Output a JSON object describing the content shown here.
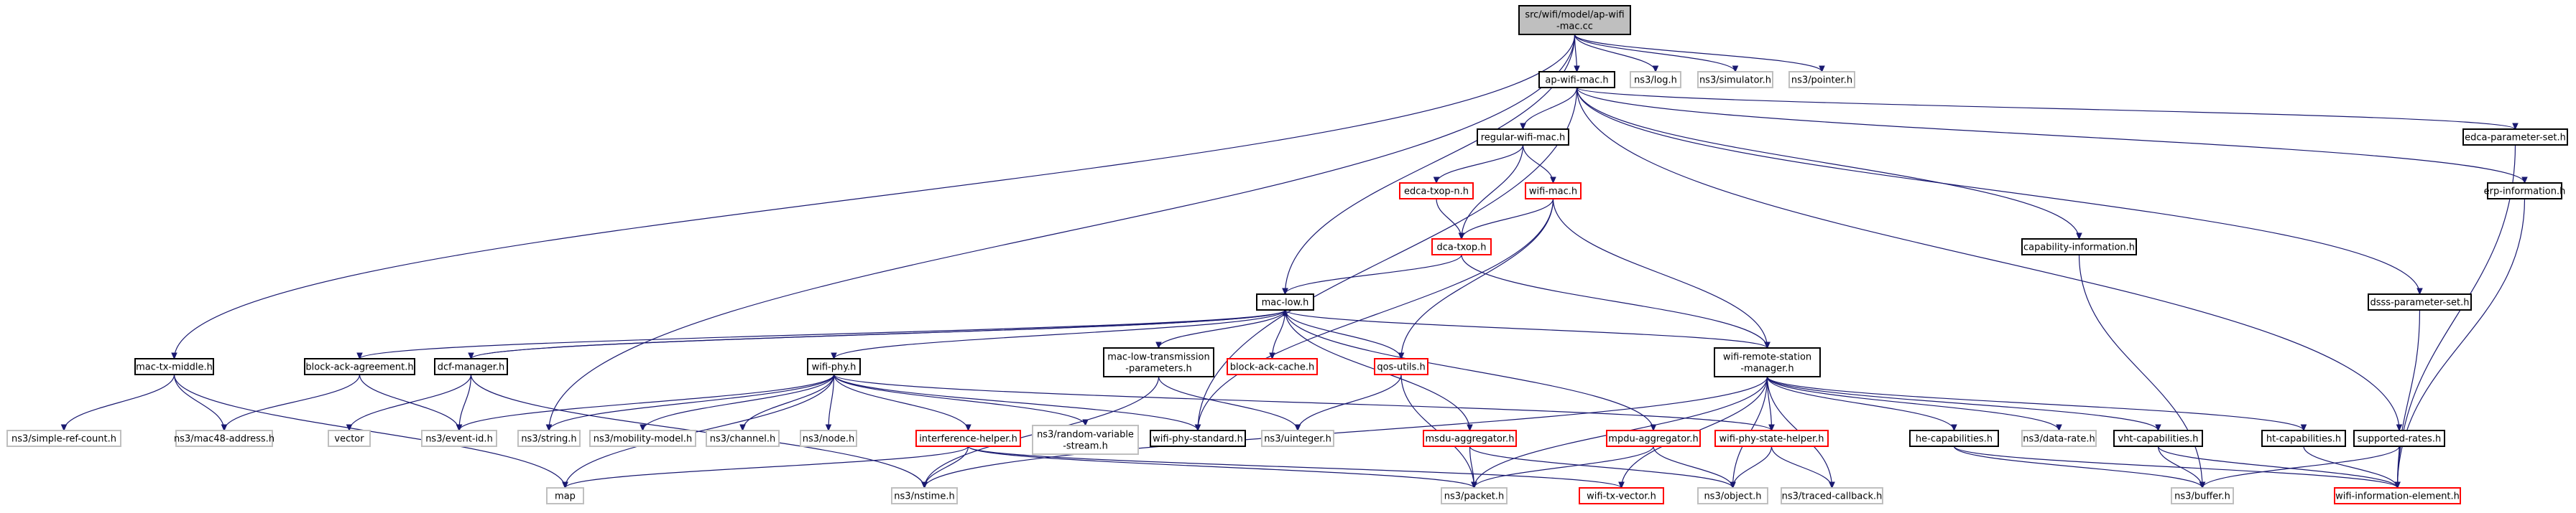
{
  "diagram": {
    "nodes": [
      {
        "id": "root",
        "lines": [
          "src/wifi/model/ap-wifi",
          "-mac.cc"
        ],
        "style": "root"
      },
      {
        "id": "apwifimac",
        "lines": [
          "ap-wifi-mac.h"
        ],
        "style": "documented"
      },
      {
        "id": "ns3log",
        "lines": [
          "ns3/log.h"
        ],
        "style": "external"
      },
      {
        "id": "ns3simulator",
        "lines": [
          "ns3/simulator.h"
        ],
        "style": "external"
      },
      {
        "id": "ns3pointer",
        "lines": [
          "ns3/pointer.h"
        ],
        "style": "external"
      },
      {
        "id": "regularwifimac",
        "lines": [
          "regular-wifi-mac.h"
        ],
        "style": "documented"
      },
      {
        "id": "edcaparamset",
        "lines": [
          "edca-parameter-set.h"
        ],
        "style": "documented"
      },
      {
        "id": "edcatxopn",
        "lines": [
          "edca-txop-n.h"
        ],
        "style": "undocumented"
      },
      {
        "id": "wifimac",
        "lines": [
          "wifi-mac.h"
        ],
        "style": "undocumented"
      },
      {
        "id": "erpinfo",
        "lines": [
          "erp-information.h"
        ],
        "style": "documented"
      },
      {
        "id": "dcatxop",
        "lines": [
          "dca-txop.h"
        ],
        "style": "undocumented"
      },
      {
        "id": "capinfo",
        "lines": [
          "capability-information.h"
        ],
        "style": "documented"
      },
      {
        "id": "dsssparamset",
        "lines": [
          "dsss-parameter-set.h"
        ],
        "style": "documented"
      },
      {
        "id": "maclow",
        "lines": [
          "mac-low.h"
        ],
        "style": "documented"
      },
      {
        "id": "mactxmiddle",
        "lines": [
          "mac-tx-middle.h"
        ],
        "style": "documented"
      },
      {
        "id": "blockackagreement",
        "lines": [
          "block-ack-agreement.h"
        ],
        "style": "documented"
      },
      {
        "id": "dcfmanager",
        "lines": [
          "dcf-manager.h"
        ],
        "style": "documented"
      },
      {
        "id": "wifiphy",
        "lines": [
          "wifi-phy.h"
        ],
        "style": "documented"
      },
      {
        "id": "maclowtxparams",
        "lines": [
          "mac-low-transmission",
          "-parameters.h"
        ],
        "style": "documented"
      },
      {
        "id": "blockackcache",
        "lines": [
          "block-ack-cache.h"
        ],
        "style": "undocumented"
      },
      {
        "id": "qosutils",
        "lines": [
          "qos-utils.h"
        ],
        "style": "undocumented"
      },
      {
        "id": "wifiremote",
        "lines": [
          "wifi-remote-station",
          "-manager.h"
        ],
        "style": "documented"
      },
      {
        "id": "ns3simplerefcount",
        "lines": [
          "ns3/simple-ref-count.h"
        ],
        "style": "external"
      },
      {
        "id": "ns3mac48",
        "lines": [
          "ns3/mac48-address.h"
        ],
        "style": "external"
      },
      {
        "id": "vector",
        "lines": [
          "vector"
        ],
        "style": "external"
      },
      {
        "id": "ns3eventid",
        "lines": [
          "ns3/event-id.h"
        ],
        "style": "external"
      },
      {
        "id": "ns3string",
        "lines": [
          "ns3/string.h"
        ],
        "style": "external"
      },
      {
        "id": "ns3mobility",
        "lines": [
          "ns3/mobility-model.h"
        ],
        "style": "external"
      },
      {
        "id": "ns3channel",
        "lines": [
          "ns3/channel.h"
        ],
        "style": "external"
      },
      {
        "id": "ns3node",
        "lines": [
          "ns3/node.h"
        ],
        "style": "external"
      },
      {
        "id": "interferencehelper",
        "lines": [
          "interference-helper.h"
        ],
        "style": "undocumented"
      },
      {
        "id": "ns3randomvar",
        "lines": [
          "ns3/random-variable",
          "-stream.h"
        ],
        "style": "external"
      },
      {
        "id": "wifiphystandard",
        "lines": [
          "wifi-phy-standard.h"
        ],
        "style": "documented"
      },
      {
        "id": "ns3uinteger",
        "lines": [
          "ns3/uinteger.h"
        ],
        "style": "external"
      },
      {
        "id": "msduaggregator",
        "lines": [
          "msdu-aggregator.h"
        ],
        "style": "undocumented"
      },
      {
        "id": "mpduaggregator",
        "lines": [
          "mpdu-aggregator.h"
        ],
        "style": "undocumented"
      },
      {
        "id": "wifiphystatehelper",
        "lines": [
          "wifi-phy-state-helper.h"
        ],
        "style": "undocumented"
      },
      {
        "id": "hecap",
        "lines": [
          "he-capabilities.h"
        ],
        "style": "documented"
      },
      {
        "id": "ns3datarate",
        "lines": [
          "ns3/data-rate.h"
        ],
        "style": "external"
      },
      {
        "id": "vhtcap",
        "lines": [
          "vht-capabilities.h"
        ],
        "style": "documented"
      },
      {
        "id": "htcap",
        "lines": [
          "ht-capabilities.h"
        ],
        "style": "documented"
      },
      {
        "id": "supportedrates",
        "lines": [
          "supported-rates.h"
        ],
        "style": "documented"
      },
      {
        "id": "map",
        "lines": [
          "map"
        ],
        "style": "external"
      },
      {
        "id": "ns3nstime",
        "lines": [
          "ns3/nstime.h"
        ],
        "style": "external"
      },
      {
        "id": "ns3packet",
        "lines": [
          "ns3/packet.h"
        ],
        "style": "external"
      },
      {
        "id": "wifitxvector",
        "lines": [
          "wifi-tx-vector.h"
        ],
        "style": "undocumented"
      },
      {
        "id": "ns3object",
        "lines": [
          "ns3/object.h"
        ],
        "style": "external"
      },
      {
        "id": "ns3traced",
        "lines": [
          "ns3/traced-callback.h"
        ],
        "style": "external"
      },
      {
        "id": "ns3buffer",
        "lines": [
          "ns3/buffer.h"
        ],
        "style": "external"
      },
      {
        "id": "wifiinfoelem",
        "lines": [
          "wifi-information-element.h"
        ],
        "style": "undocumented"
      }
    ],
    "edges": [
      [
        "root",
        "apwifimac"
      ],
      [
        "root",
        "ns3log"
      ],
      [
        "root",
        "ns3simulator"
      ],
      [
        "root",
        "ns3pointer"
      ],
      [
        "root",
        "maclow"
      ],
      [
        "root",
        "mactxmiddle"
      ],
      [
        "root",
        "ns3string"
      ],
      [
        "apwifimac",
        "regularwifimac"
      ],
      [
        "apwifimac",
        "edcaparamset"
      ],
      [
        "apwifimac",
        "erpinfo"
      ],
      [
        "apwifimac",
        "capinfo"
      ],
      [
        "apwifimac",
        "dsssparamset"
      ],
      [
        "apwifimac",
        "supportedrates"
      ],
      [
        "apwifimac",
        "wifiphystandard"
      ],
      [
        "regularwifimac",
        "edcatxopn"
      ],
      [
        "regularwifimac",
        "wifimac"
      ],
      [
        "regularwifimac",
        "dcatxop"
      ],
      [
        "edcatxopn",
        "dcatxop"
      ],
      [
        "wifimac",
        "dcatxop"
      ],
      [
        "wifimac",
        "qosutils"
      ],
      [
        "wifimac",
        "wifiremote"
      ],
      [
        "wifimac",
        "wifiphystandard"
      ],
      [
        "dcatxop",
        "maclow"
      ],
      [
        "dcatxop",
        "wifiremote"
      ],
      [
        "maclow",
        "blockackagreement"
      ],
      [
        "maclow",
        "dcfmanager"
      ],
      [
        "maclow",
        "wifiphy"
      ],
      [
        "maclow",
        "maclowtxparams"
      ],
      [
        "maclow",
        "blockackcache"
      ],
      [
        "maclow",
        "qosutils"
      ],
      [
        "maclow",
        "wifiremote"
      ],
      [
        "maclow",
        "msduaggregator"
      ],
      [
        "maclow",
        "mpduaggregator"
      ],
      [
        "dcfmanager",
        "maclow"
      ],
      [
        "mactxmiddle",
        "ns3simplerefcount"
      ],
      [
        "mactxmiddle",
        "ns3mac48"
      ],
      [
        "mactxmiddle",
        "map"
      ],
      [
        "blockackagreement",
        "ns3mac48"
      ],
      [
        "blockackagreement",
        "ns3eventid"
      ],
      [
        "dcfmanager",
        "vector"
      ],
      [
        "dcfmanager",
        "ns3eventid"
      ],
      [
        "dcfmanager",
        "ns3nstime"
      ],
      [
        "wifiphy",
        "ns3eventid"
      ],
      [
        "wifiphy",
        "ns3string"
      ],
      [
        "wifiphy",
        "ns3mobility"
      ],
      [
        "wifiphy",
        "ns3channel"
      ],
      [
        "wifiphy",
        "ns3node"
      ],
      [
        "wifiphy",
        "interferencehelper"
      ],
      [
        "wifiphy",
        "ns3randomvar"
      ],
      [
        "wifiphy",
        "wifiphystandard"
      ],
      [
        "wifiphy",
        "map"
      ],
      [
        "wifiphy",
        "wifiphystatehelper"
      ],
      [
        "interferencehelper",
        "map"
      ],
      [
        "interferencehelper",
        "ns3nstime"
      ],
      [
        "interferencehelper",
        "ns3packet"
      ],
      [
        "interferencehelper",
        "wifitxvector"
      ],
      [
        "maclowtxparams",
        "ns3nstime"
      ],
      [
        "maclowtxparams",
        "ns3uinteger"
      ],
      [
        "qosutils",
        "ns3uinteger"
      ],
      [
        "qosutils",
        "ns3packet"
      ],
      [
        "msduaggregator",
        "ns3packet"
      ],
      [
        "msduaggregator",
        "ns3object"
      ],
      [
        "mpduaggregator",
        "ns3packet"
      ],
      [
        "mpduaggregator",
        "ns3object"
      ],
      [
        "wifiremote",
        "ns3nstime"
      ],
      [
        "wifiremote",
        "ns3packet"
      ],
      [
        "wifiremote",
        "wifitxvector"
      ],
      [
        "wifiremote",
        "ns3object"
      ],
      [
        "wifiremote",
        "ns3traced"
      ],
      [
        "wifiremote",
        "hecap"
      ],
      [
        "wifiremote",
        "ns3datarate"
      ],
      [
        "wifiremote",
        "vhtcap"
      ],
      [
        "wifiremote",
        "htcap"
      ],
      [
        "wifiremote",
        "wifiphystatehelper"
      ],
      [
        "wifiphystatehelper",
        "ns3object"
      ],
      [
        "wifiphystatehelper",
        "ns3traced"
      ],
      [
        "hecap",
        "ns3buffer"
      ],
      [
        "hecap",
        "wifiinfoelem"
      ],
      [
        "vhtcap",
        "ns3buffer"
      ],
      [
        "vhtcap",
        "wifiinfoelem"
      ],
      [
        "htcap",
        "wifiinfoelem"
      ],
      [
        "supportedrates",
        "ns3buffer"
      ],
      [
        "supportedrates",
        "wifiinfoelem"
      ],
      [
        "capinfo",
        "ns3buffer"
      ],
      [
        "edcaparamset",
        "wifiinfoelem"
      ],
      [
        "erpinfo",
        "wifiinfoelem"
      ],
      [
        "dsssparamset",
        "wifiinfoelem"
      ]
    ]
  },
  "colors": {
    "edge": "#191970",
    "root_fill": "#bfbfbf",
    "root_border": "#000000",
    "documented_border": "#000000",
    "undocumented_border": "#ff0000",
    "external_border": "#bfbfbf",
    "node_fill": "#ffffff"
  }
}
